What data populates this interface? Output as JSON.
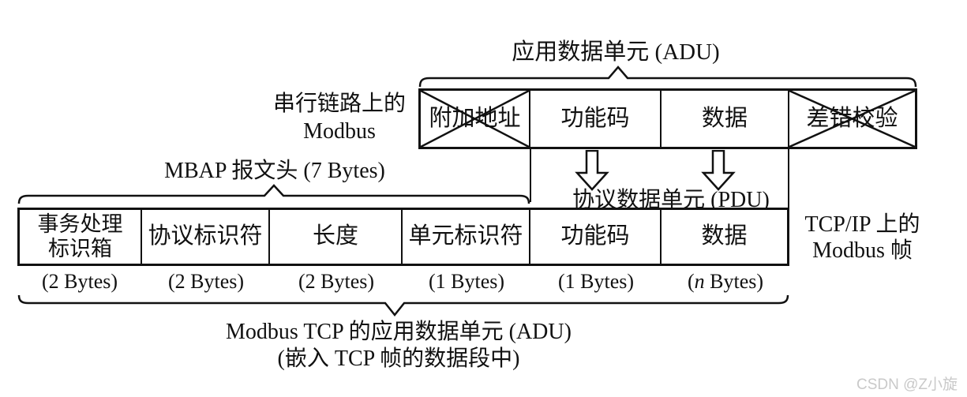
{
  "colors": {
    "ink": "#111111",
    "watermark_gray": "#c9c9c9"
  },
  "top": {
    "title": "应用数据单元 (ADU)",
    "side_label": [
      "串行链路上的",
      "Modbus"
    ],
    "cells": [
      {
        "label": "附加地址",
        "crossed": true
      },
      {
        "label": "功能码",
        "crossed": false
      },
      {
        "label": "数据",
        "crossed": false
      },
      {
        "label": "差错校验",
        "crossed": true
      }
    ]
  },
  "middle": {
    "mbap_label": "MBAP 报文头 (7 Bytes)",
    "pdu_label": "协议数据单元 (PDU)"
  },
  "bottom": {
    "side_label": [
      "TCP/IP 上的",
      "Modbus 帧"
    ],
    "cells": [
      {
        "line1": "事务处理",
        "line2": "标识箱",
        "bytes": "(2 Bytes)"
      },
      {
        "line1": "协议标识符",
        "bytes": "(2 Bytes)"
      },
      {
        "line1": "长度",
        "bytes": "(2 Bytes)"
      },
      {
        "line1": "单元标识符",
        "bytes": "(1 Bytes)"
      },
      {
        "line1": "功能码",
        "bytes": "(1 Bytes)"
      },
      {
        "line1": "数据",
        "bytes_pre": "(",
        "bytes_n": "n",
        "bytes_post": " Bytes)"
      }
    ],
    "caption": [
      "Modbus TCP 的应用数据单元 (ADU)",
      "(嵌入 TCP 帧的数据段中)"
    ]
  },
  "watermark": "CSDN @Z小旋"
}
